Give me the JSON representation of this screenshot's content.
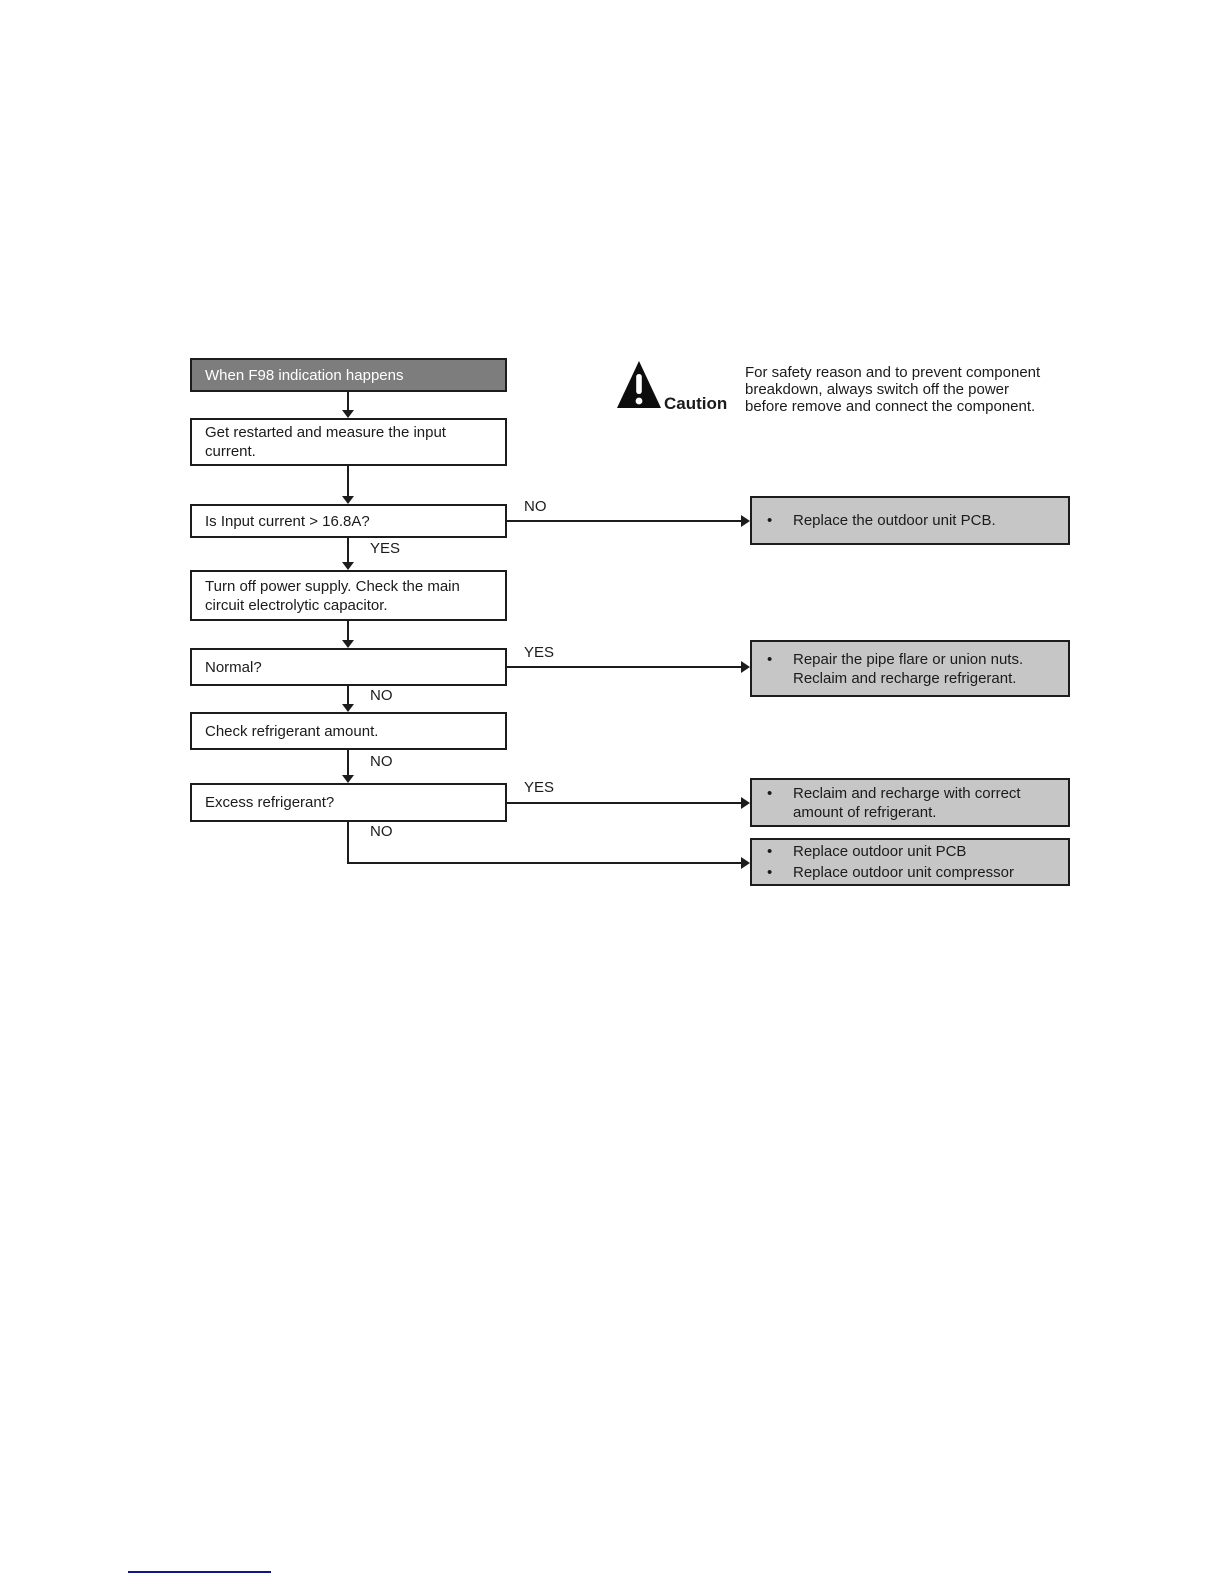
{
  "colors": {
    "start_fill": "#7d7d7d",
    "result_fill": "#c6c6c6",
    "line": "#1c1c1c",
    "footer_line": "#141487"
  },
  "caution": {
    "label": "Caution",
    "text": "For safety reason and to prevent component breakdown, always switch off the power before remove and connect the component."
  },
  "flowchart": {
    "bullet": "•",
    "start": "When F98 indication happens",
    "nodes": {
      "measure": "Get restarted and measure the input current.",
      "input_current": "Is Input current > 16.8A?",
      "capacitor": "Turn off power supply. Check the main circuit electrolytic capacitor.",
      "normal": "Normal?",
      "check_refrigerant": "Check refrigerant amount.",
      "excess_refrigerant": "Excess refrigerant?"
    },
    "labels": {
      "yes": "YES",
      "no": "NO"
    },
    "results": {
      "replace_pcb": {
        "line1": "Replace the outdoor unit PCB."
      },
      "repair_pipe": {
        "line1": "Repair the pipe flare or union nuts.",
        "line2": "Reclaim and recharge refrigerant."
      },
      "recharge": {
        "line1": "Reclaim and recharge with correct",
        "line2": "amount of refrigerant."
      },
      "replace_both": {
        "item1": "Replace outdoor unit PCB",
        "item2": "Replace outdoor unit compressor"
      }
    }
  }
}
